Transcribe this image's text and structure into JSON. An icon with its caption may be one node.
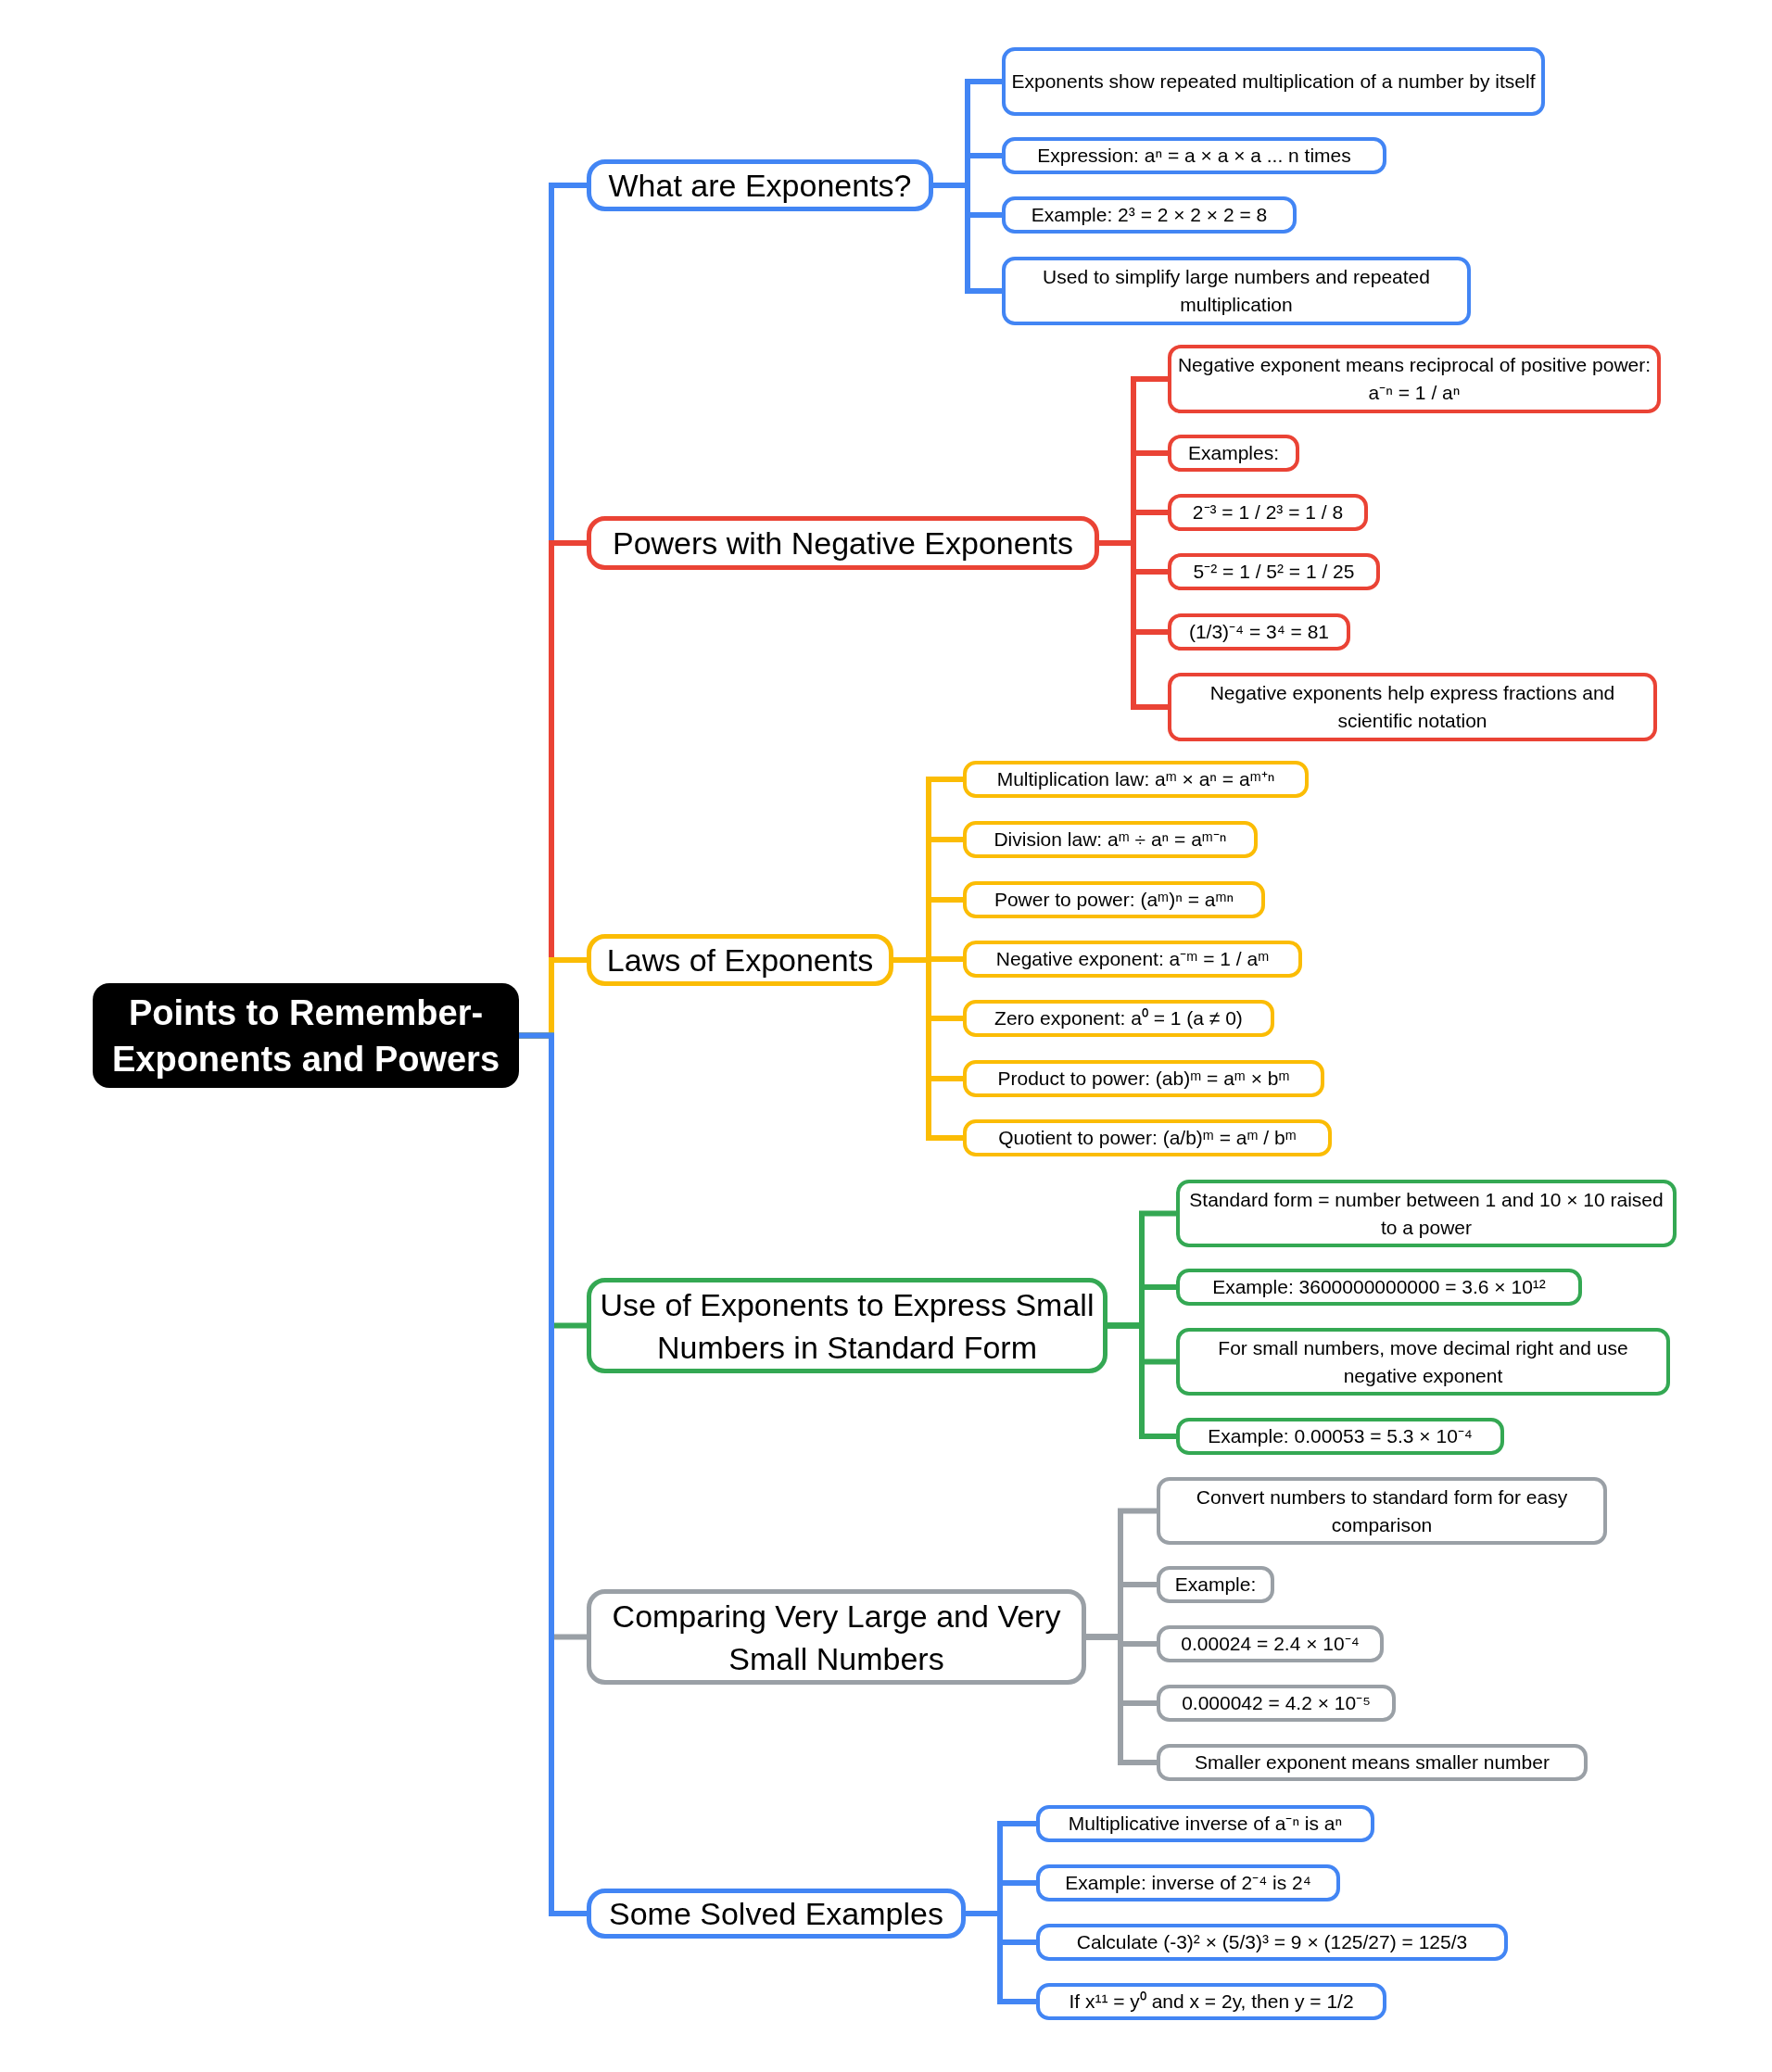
{
  "diagram": {
    "nodes": [
      {
        "text": [
          "Points to Remember- Exponents and Powers"
        ]
      },
      {
        "text": [
          "What are Exponents?"
        ]
      },
      {
        "text": [
          "Exponents show repeated multiplication of a number by itself"
        ]
      },
      {
        "text": [
          "Expression: aⁿ = a × a × a ... n times"
        ]
      },
      {
        "text": [
          "Example: 2³ = 2 × 2 × 2 = 8"
        ]
      },
      {
        "text": [
          "Used to simplify large numbers and repeated multiplication"
        ]
      },
      {
        "text": [
          "Powers with Negative Exponents"
        ]
      },
      {
        "text": [
          "Negative exponent means reciprocal of positive power: a⁻ⁿ = 1 / aⁿ"
        ]
      },
      {
        "text": [
          "Examples:"
        ]
      },
      {
        "text": [
          "2⁻³ = 1 / 2³ = 1 / 8"
        ]
      },
      {
        "text": [
          "5⁻² = 1 / 5² = 1 / 25"
        ]
      },
      {
        "text": [
          "(1/3)⁻⁴ = 3⁴ = 81"
        ]
      },
      {
        "text": [
          "Negative exponents help express fractions and scientific notation"
        ]
      },
      {
        "text": [
          "Laws of Exponents"
        ]
      },
      {
        "text": [
          "Multiplication law: aᵐ × aⁿ = aᵐ⁺ⁿ"
        ]
      },
      {
        "text": [
          "Division law: aᵐ ÷ aⁿ = aᵐ⁻ⁿ"
        ]
      },
      {
        "text": [
          "Power to power: (aᵐ)ⁿ = aᵐⁿ"
        ]
      },
      {
        "text": [
          "Negative exponent: a⁻ᵐ = 1 / aᵐ"
        ]
      },
      {
        "text": [
          "Zero exponent: a⁰ = 1 (a ≠ 0)"
        ]
      },
      {
        "text": [
          "Product to power: (ab)ᵐ = aᵐ × bᵐ"
        ]
      },
      {
        "text": [
          "Quotient to power: (a/b)ᵐ = aᵐ / bᵐ"
        ]
      },
      {
        "text": [
          "Use of Exponents to Express Small Numbers in Standard Form"
        ]
      },
      {
        "text": [
          "Standard form = number between 1 and 10 × 10 raised to a power"
        ]
      },
      {
        "text": [
          "Example: 3600000000000 = 3.6 × 10¹²"
        ]
      },
      {
        "text": [
          "For small numbers, move decimal right and use negative exponent"
        ]
      },
      {
        "text": [
          "Example: 0.00053 = 5.3 × 10⁻⁴"
        ]
      },
      {
        "text": [
          "Comparing Very Large and Very Small Numbers"
        ]
      },
      {
        "text": [
          "Convert numbers to standard form for easy comparison"
        ]
      },
      {
        "text": [
          "Example:"
        ]
      },
      {
        "text": [
          "0.00024 = 2.4 × 10⁻⁴"
        ]
      },
      {
        "text": [
          "0.000042 = 4.2 × 10⁻⁵"
        ]
      },
      {
        "text": [
          "Smaller exponent means smaller number"
        ]
      },
      {
        "text": [
          "Some Solved Examples"
        ]
      },
      {
        "text": [
          "Multiplicative inverse of a⁻ⁿ is aⁿ"
        ]
      },
      {
        "text": [
          "Example: inverse of 2⁻⁴ is 2⁴"
        ]
      },
      {
        "text": [
          "Calculate (-3)² × (5/3)³ = 9 × (125/27) = 125/3"
        ]
      },
      {
        "text": [
          "If x¹¹ = y⁰ and x = 2y, then y = 1/2"
        ]
      }
    ],
    "edges": [
      {
        "from": 0,
        "to": 1,
        "arrow": "none"
      },
      {
        "from": 1,
        "to": 2,
        "arrow": "none"
      },
      {
        "from": 1,
        "to": 3,
        "arrow": "none"
      },
      {
        "from": 1,
        "to": 4,
        "arrow": "none"
      },
      {
        "from": 1,
        "to": 5,
        "arrow": "none"
      },
      {
        "from": 0,
        "to": 6,
        "arrow": "none",
        "color": "#ea4335"
      },
      {
        "from": 6,
        "to": 7,
        "arrow": "none",
        "color": "#ea4335"
      },
      {
        "from": 6,
        "to": 8,
        "arrow": "none",
        "color": "#ea4335"
      },
      {
        "from": 6,
        "to": 9,
        "arrow": "none",
        "color": "#ea4335"
      },
      {
        "from": 6,
        "to": 10,
        "arrow": "none",
        "color": "#ea4335"
      },
      {
        "from": 6,
        "to": 11,
        "arrow": "none",
        "color": "#ea4335"
      },
      {
        "from": 6,
        "to": 12,
        "arrow": "none",
        "color": "#ea4335"
      },
      {
        "from": 0,
        "to": 13,
        "arrow": "none",
        "color": "#fbbc04"
      },
      {
        "from": 13,
        "to": 14,
        "arrow": "none",
        "color": "#fbbc04"
      },
      {
        "from": 13,
        "to": 15,
        "arrow": "none",
        "color": "#fbbc04"
      },
      {
        "from": 13,
        "to": 16,
        "arrow": "none",
        "color": "#fbbc04"
      },
      {
        "from": 13,
        "to": 17,
        "arrow": "none",
        "color": "#fbbc04"
      },
      {
        "from": 13,
        "to": 18,
        "arrow": "none",
        "color": "#fbbc04"
      },
      {
        "from": 13,
        "to": 19,
        "arrow": "none",
        "color": "#fbbc04"
      },
      {
        "from": 13,
        "to": 20,
        "arrow": "none",
        "color": "#fbbc04"
      },
      {
        "from": 0,
        "to": 21,
        "arrow": "none",
        "color": "#34a853"
      },
      {
        "from": 21,
        "to": 22,
        "arrow": "none",
        "color": "#34a853"
      },
      {
        "from": 21,
        "to": 23,
        "arrow": "none",
        "color": "#34a853"
      },
      {
        "from": 21,
        "to": 24,
        "arrow": "none",
        "color": "#34a853"
      },
      {
        "from": 21,
        "to": 25,
        "arrow": "none",
        "color": "#34a853"
      },
      {
        "from": 0,
        "to": 26,
        "arrow": "none",
        "color": "#9aa0a6"
      },
      {
        "from": 26,
        "to": 27,
        "arrow": "none",
        "color": "#9aa0a6"
      },
      {
        "from": 26,
        "to": 28,
        "arrow": "none",
        "color": "#9aa0a6"
      },
      {
        "from": 26,
        "to": 29,
        "arrow": "none",
        "color": "#9aa0a6"
      },
      {
        "from": 26,
        "to": 30,
        "arrow": "none",
        "color": "#9aa0a6"
      },
      {
        "from": 26,
        "to": 31,
        "arrow": "none",
        "color": "#9aa0a6"
      },
      {
        "from": 0,
        "to": 32,
        "arrow": "none"
      },
      {
        "from": 32,
        "to": 33,
        "arrow": "none"
      },
      {
        "from": 32,
        "to": 34,
        "arrow": "none"
      },
      {
        "from": 32,
        "to": 35,
        "arrow": "none"
      },
      {
        "from": 32,
        "to": 36,
        "arrow": "none"
      }
    ]
  }
}
